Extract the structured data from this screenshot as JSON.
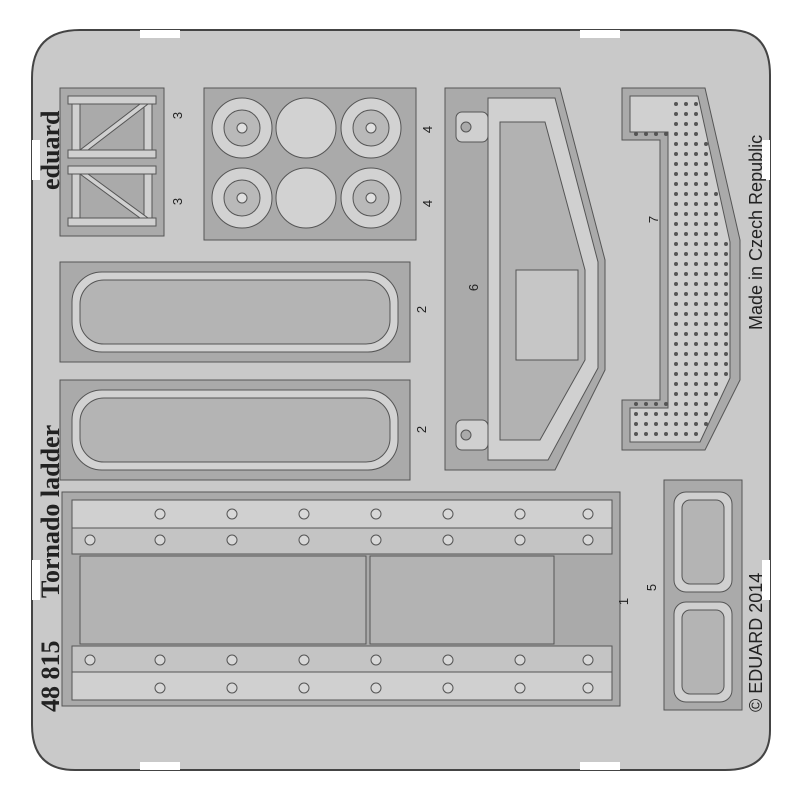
{
  "product": {
    "catalog_number": "48 815",
    "title": "Tornado ladder",
    "brand": "eduard",
    "origin": "Made in Czech Republic",
    "copyright": "© EDUARD 2014"
  },
  "part_numbers": {
    "p1": "1",
    "p2a": "2",
    "p2b": "2",
    "p3a": "3",
    "p3b": "3",
    "p4a": "4",
    "p4b": "4",
    "p5": "5",
    "p6": "6",
    "p7": "7"
  },
  "colors": {
    "fret": "#c8c8c8",
    "etched": "#a9a9a9",
    "outline": "#555555",
    "part": "#cfcfcf"
  }
}
